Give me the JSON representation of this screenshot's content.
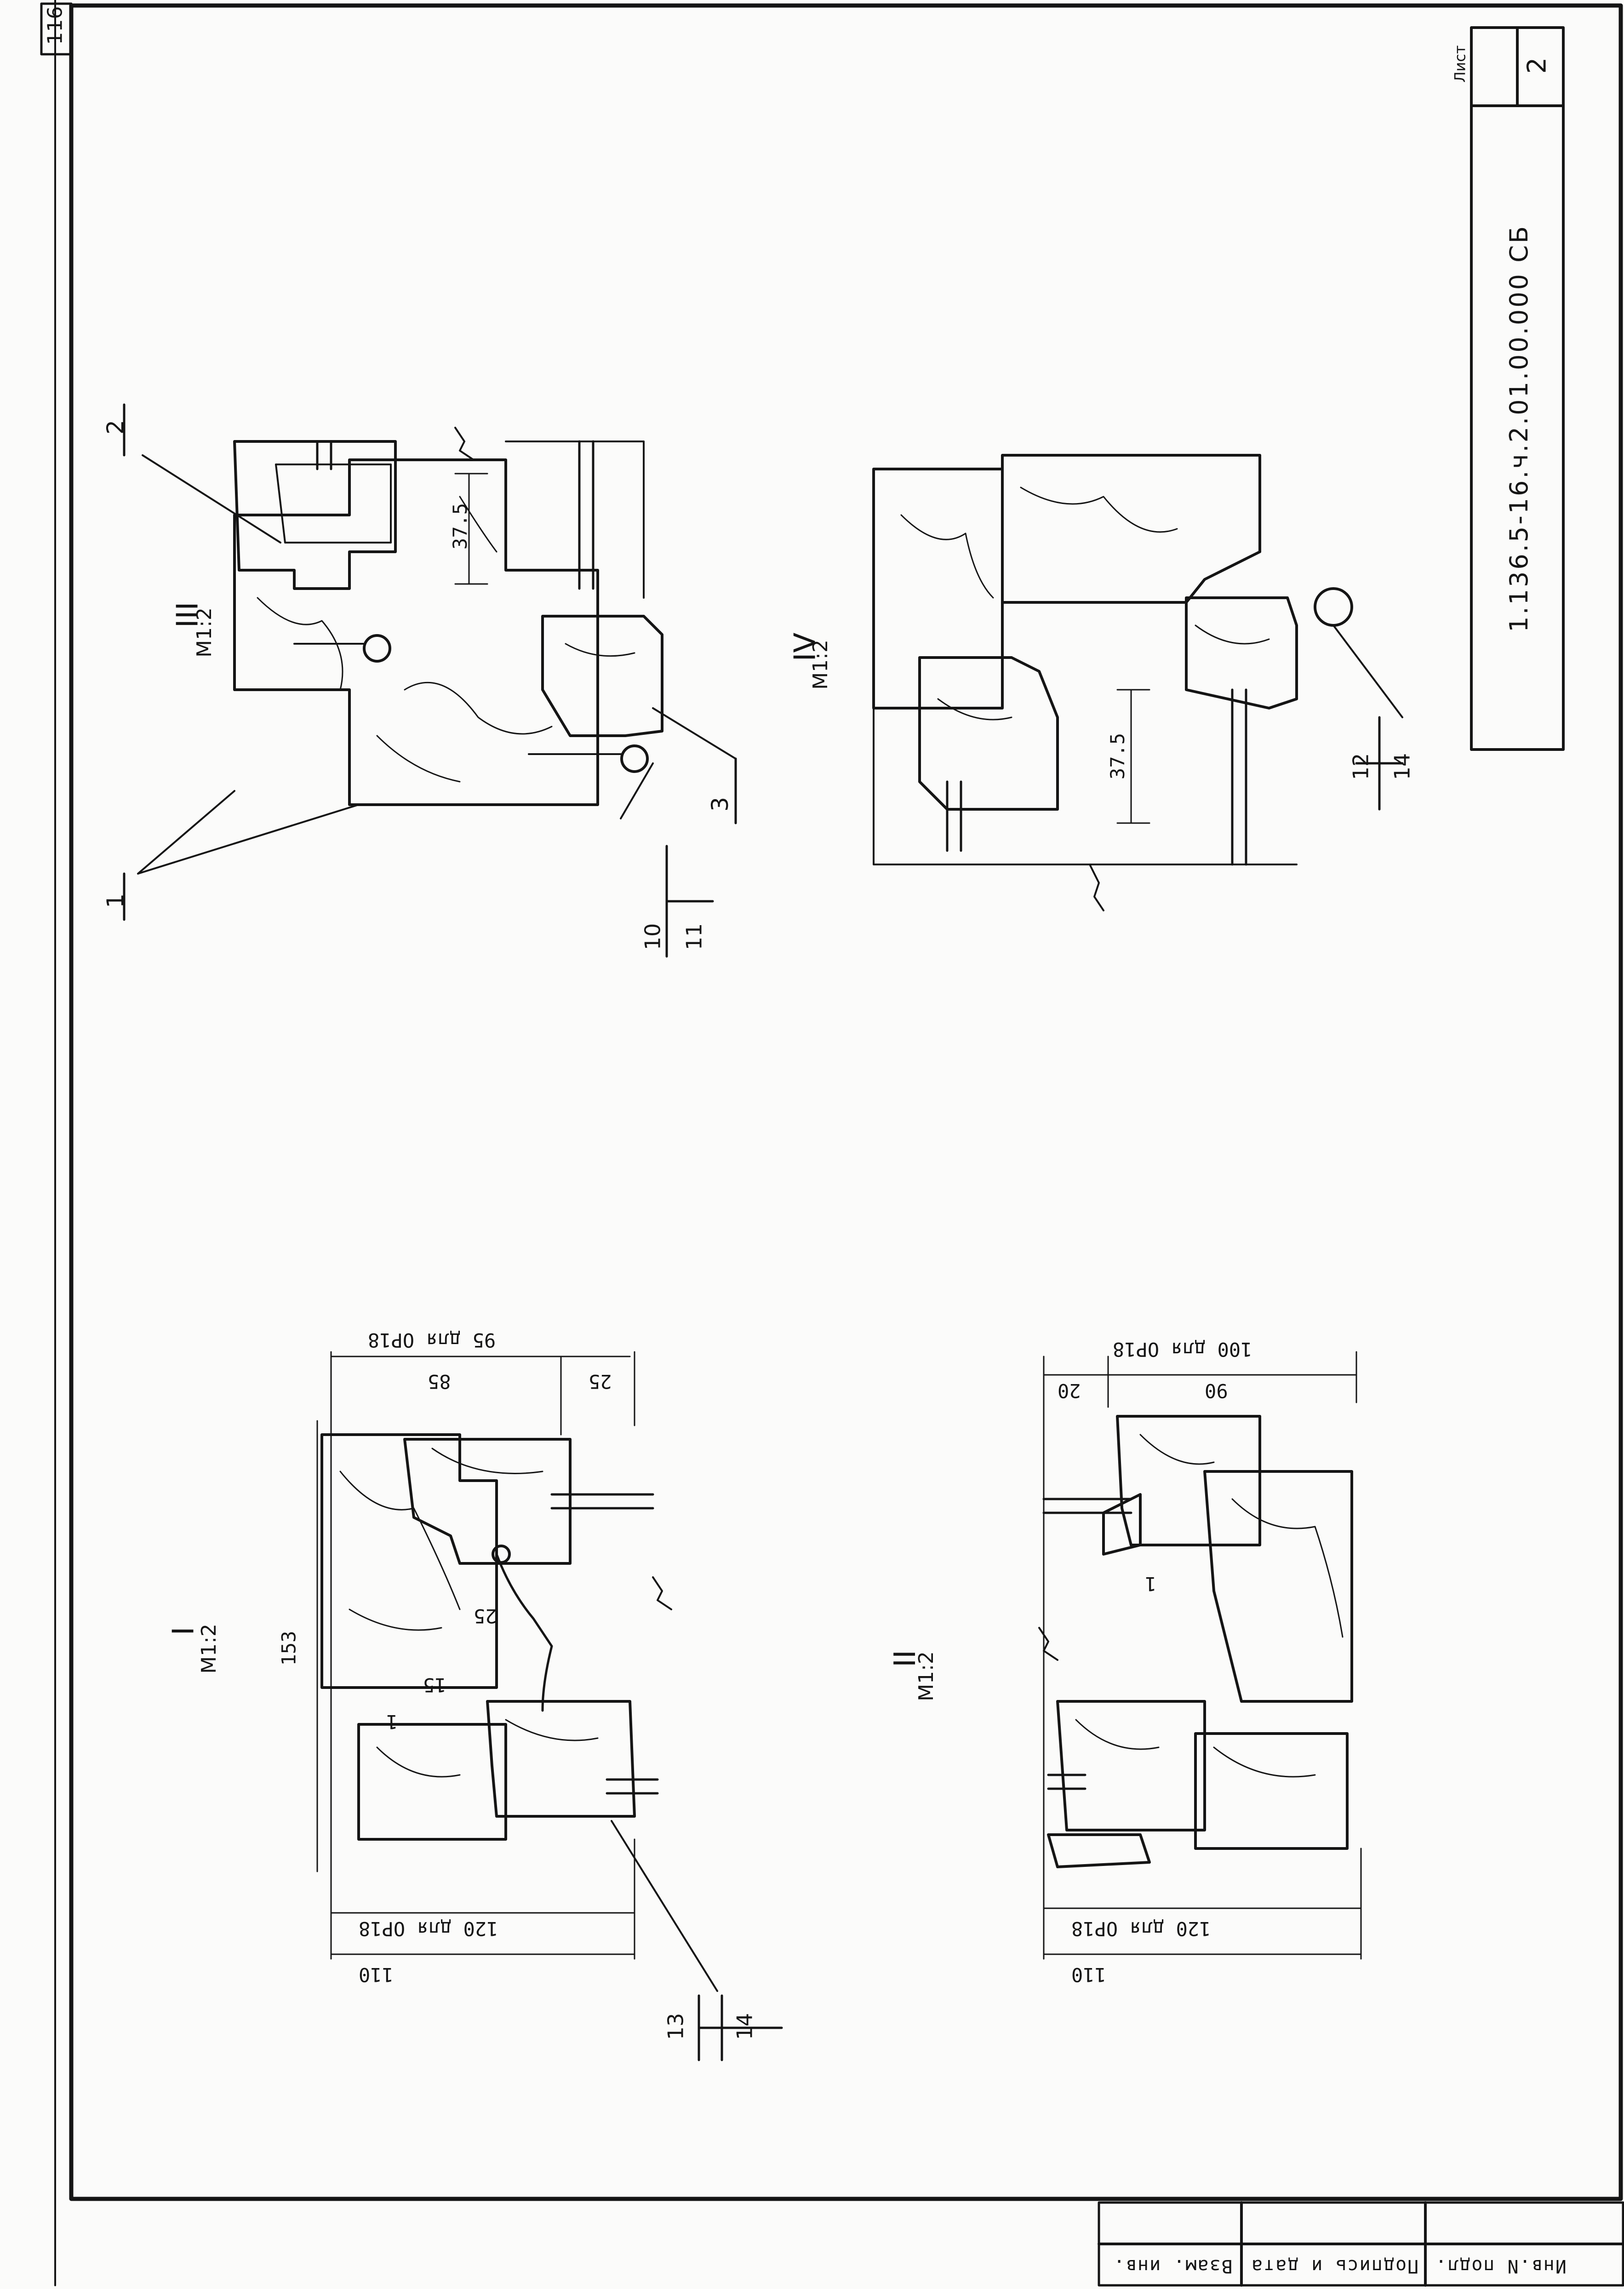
{
  "sheet": {
    "page_number": "116",
    "document_code": "1.136.5-16.ч.2.01.00.000 СБ",
    "sheet_label": "Лист",
    "sheet_number": "2",
    "stamp_fields": [
      "Инв.N подл.",
      "Подпись и дата",
      "Взам. инв."
    ]
  },
  "sections": {
    "I": {
      "name": "I",
      "scale": "M1:2",
      "dims": [
        "153",
        "110",
        "120 для ОР18",
        "85",
        "25",
        "95 для ОР18",
        "25",
        "15",
        "1"
      ],
      "callout_top": "13",
      "callout_bottom": "14"
    },
    "II": {
      "name": "II",
      "scale": "M1:2",
      "dims": [
        "110",
        "120 для ОР18",
        "100 для ОР18",
        "20",
        "90",
        "1"
      ]
    },
    "III": {
      "name": "III",
      "scale": "M1:2",
      "dims": [
        "37.5"
      ],
      "callouts": [
        "1",
        "2",
        "3"
      ],
      "callout_top": "10",
      "callout_bottom": "11"
    },
    "IV": {
      "name": "IV",
      "scale": "M1:2",
      "dims": [
        "37.5"
      ],
      "callout_top": "12",
      "callout_bottom": "14"
    }
  },
  "colors": {
    "ink": "#151515",
    "paper": "#fbfbfa"
  }
}
